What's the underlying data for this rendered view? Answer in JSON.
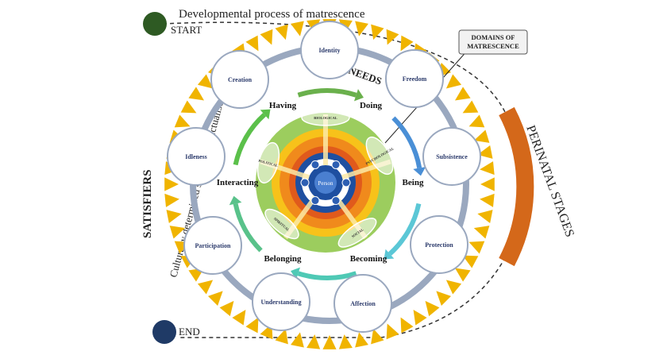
{
  "header": {
    "title": "Developmental process of matrescence",
    "start_label": "START",
    "end_label": "END"
  },
  "side_labels": {
    "satisfiers": "SATISFIERS",
    "satisfiers_sub": "Culturally determined strategies to actualise needs",
    "perinatal": "PERINATAL STAGES",
    "needs": "NEEDS",
    "domains_callout_line1": "DOMAINS OF",
    "domains_callout_line2": "MATRESCENCE"
  },
  "needs": [
    "Identity",
    "Freedom",
    "Subsistence",
    "Protection",
    "Affection",
    "Understanding",
    "Participation",
    "Idleness",
    "Creation"
  ],
  "dimensions": [
    "Having",
    "Doing",
    "Being",
    "Becoming",
    "Belonging",
    "Interacting"
  ],
  "domains": [
    "BIOLOGICAL",
    "PSYCHOLOGICAL",
    "SOCIAL",
    "SPIRITUAL",
    "POLITICAL"
  ],
  "core": {
    "center_label": "Person"
  },
  "colors": {
    "start_dot": "#2e5a23",
    "end_dot": "#1f3a66",
    "triangles": "#f0b400",
    "ring_track": "#9aa8bf",
    "perinatal_band": "#d4681a",
    "outer_green": "#9ccd5e",
    "yellow_ring": "#f7c21a",
    "orange_ring": "#f08a1c",
    "red_ring": "#e05a1c",
    "inner_blue": "#1e4fa0",
    "arrow_having_doing": "#6ab04c",
    "arrow_doing_being": "#4a8fd6",
    "arrow_being_becoming": "#5bc7d6",
    "arrow_becoming_belonging": "#4fc9b5",
    "arrow_belonging_interacting": "#59c28a",
    "arrow_interacting_having": "#5bc04a"
  }
}
